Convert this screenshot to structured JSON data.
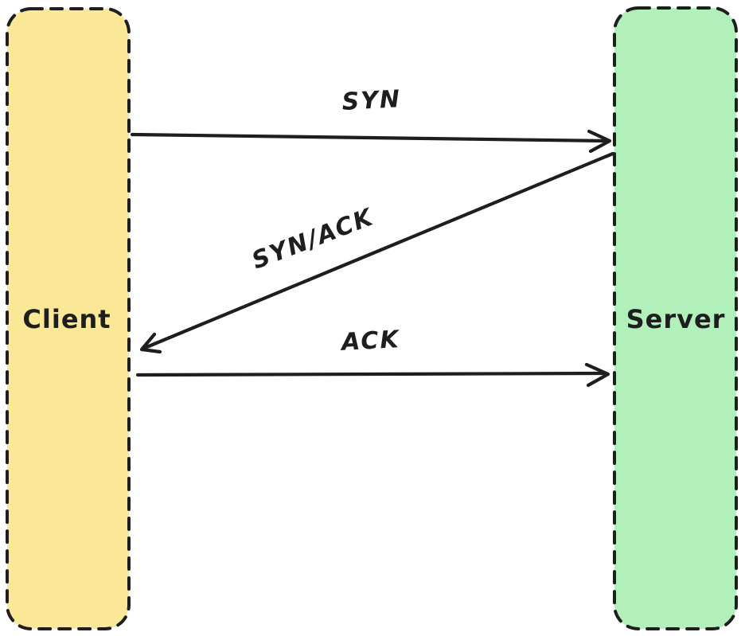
{
  "canvas": {
    "background": "#ffffff",
    "stroke_color": "#1e1e1e"
  },
  "nodes": [
    {
      "id": "client",
      "label": "Client",
      "fill": "#fbe896"
    },
    {
      "id": "server",
      "label": "Server",
      "fill": "#b2f0bb"
    }
  ],
  "messages": [
    {
      "label": "SYN",
      "from": "client",
      "to": "server"
    },
    {
      "label": "SYN/ACK",
      "from": "server",
      "to": "client"
    },
    {
      "label": "ACK",
      "from": "client",
      "to": "server"
    }
  ]
}
